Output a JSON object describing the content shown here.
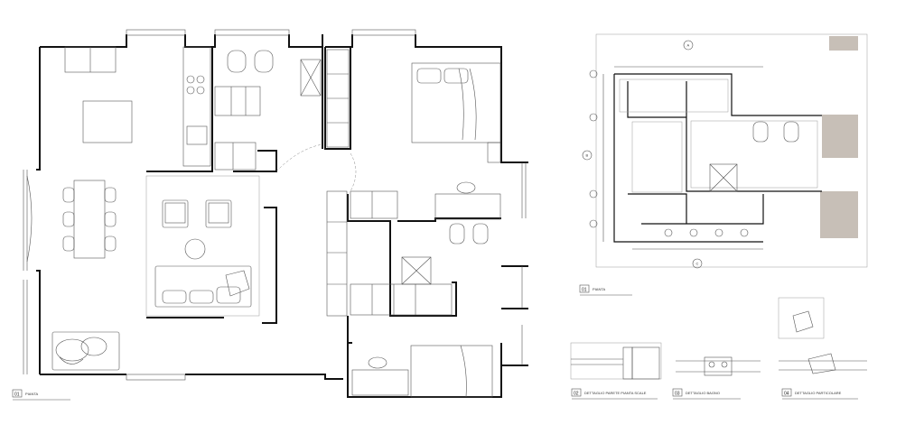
{
  "drawings": [
    {
      "number": "01",
      "caption": "PIANTA"
    },
    {
      "number": "01",
      "caption": "PIANTA"
    },
    {
      "number": "02",
      "caption": "DETTAGLIO PARETE PIANTA SCALE"
    },
    {
      "number": "03",
      "caption": "DETTAGLIO BAGNO"
    },
    {
      "number": "04",
      "caption": "DETTAGLIO PARTICOLARE"
    }
  ],
  "section_markers": [
    {
      "id": "A",
      "label": "A"
    },
    {
      "id": "B",
      "label": "B"
    },
    {
      "id": "C",
      "label": "C"
    }
  ],
  "colors": {
    "line": "#111111",
    "hatch": "#c7bfb7",
    "light": "#9a9a9a"
  }
}
